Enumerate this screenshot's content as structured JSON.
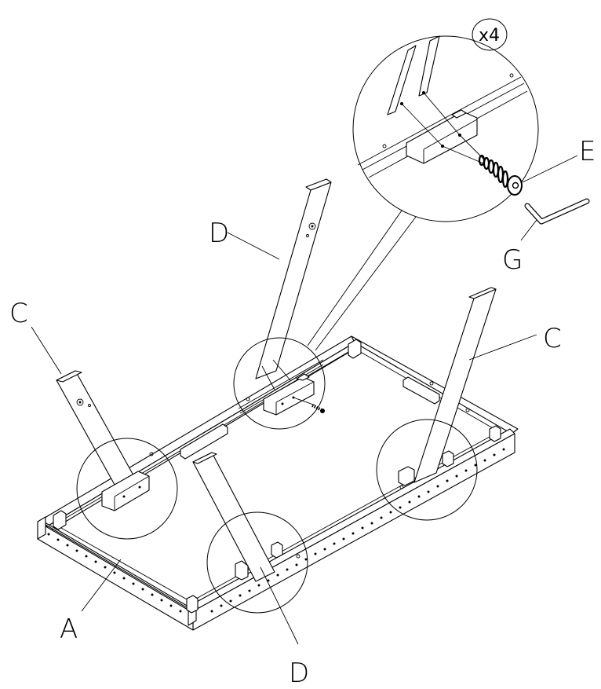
{
  "quantity_badge": "x4",
  "labels": {
    "frame": "A",
    "leg_d_upper": "D",
    "leg_d_lower": "D",
    "leg_c_left": "C",
    "leg_c_right": "C",
    "bolt": "E",
    "hex_key": "G"
  }
}
